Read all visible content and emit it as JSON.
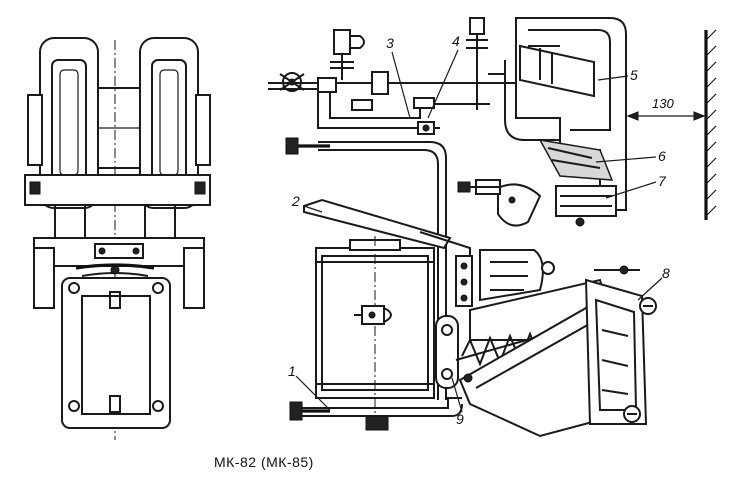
{
  "caption": "МК-82 (МК-85)",
  "dimension": "130",
  "callouts": [
    "1",
    "2",
    "3",
    "4",
    "5",
    "6",
    "7",
    "8",
    "9"
  ]
}
